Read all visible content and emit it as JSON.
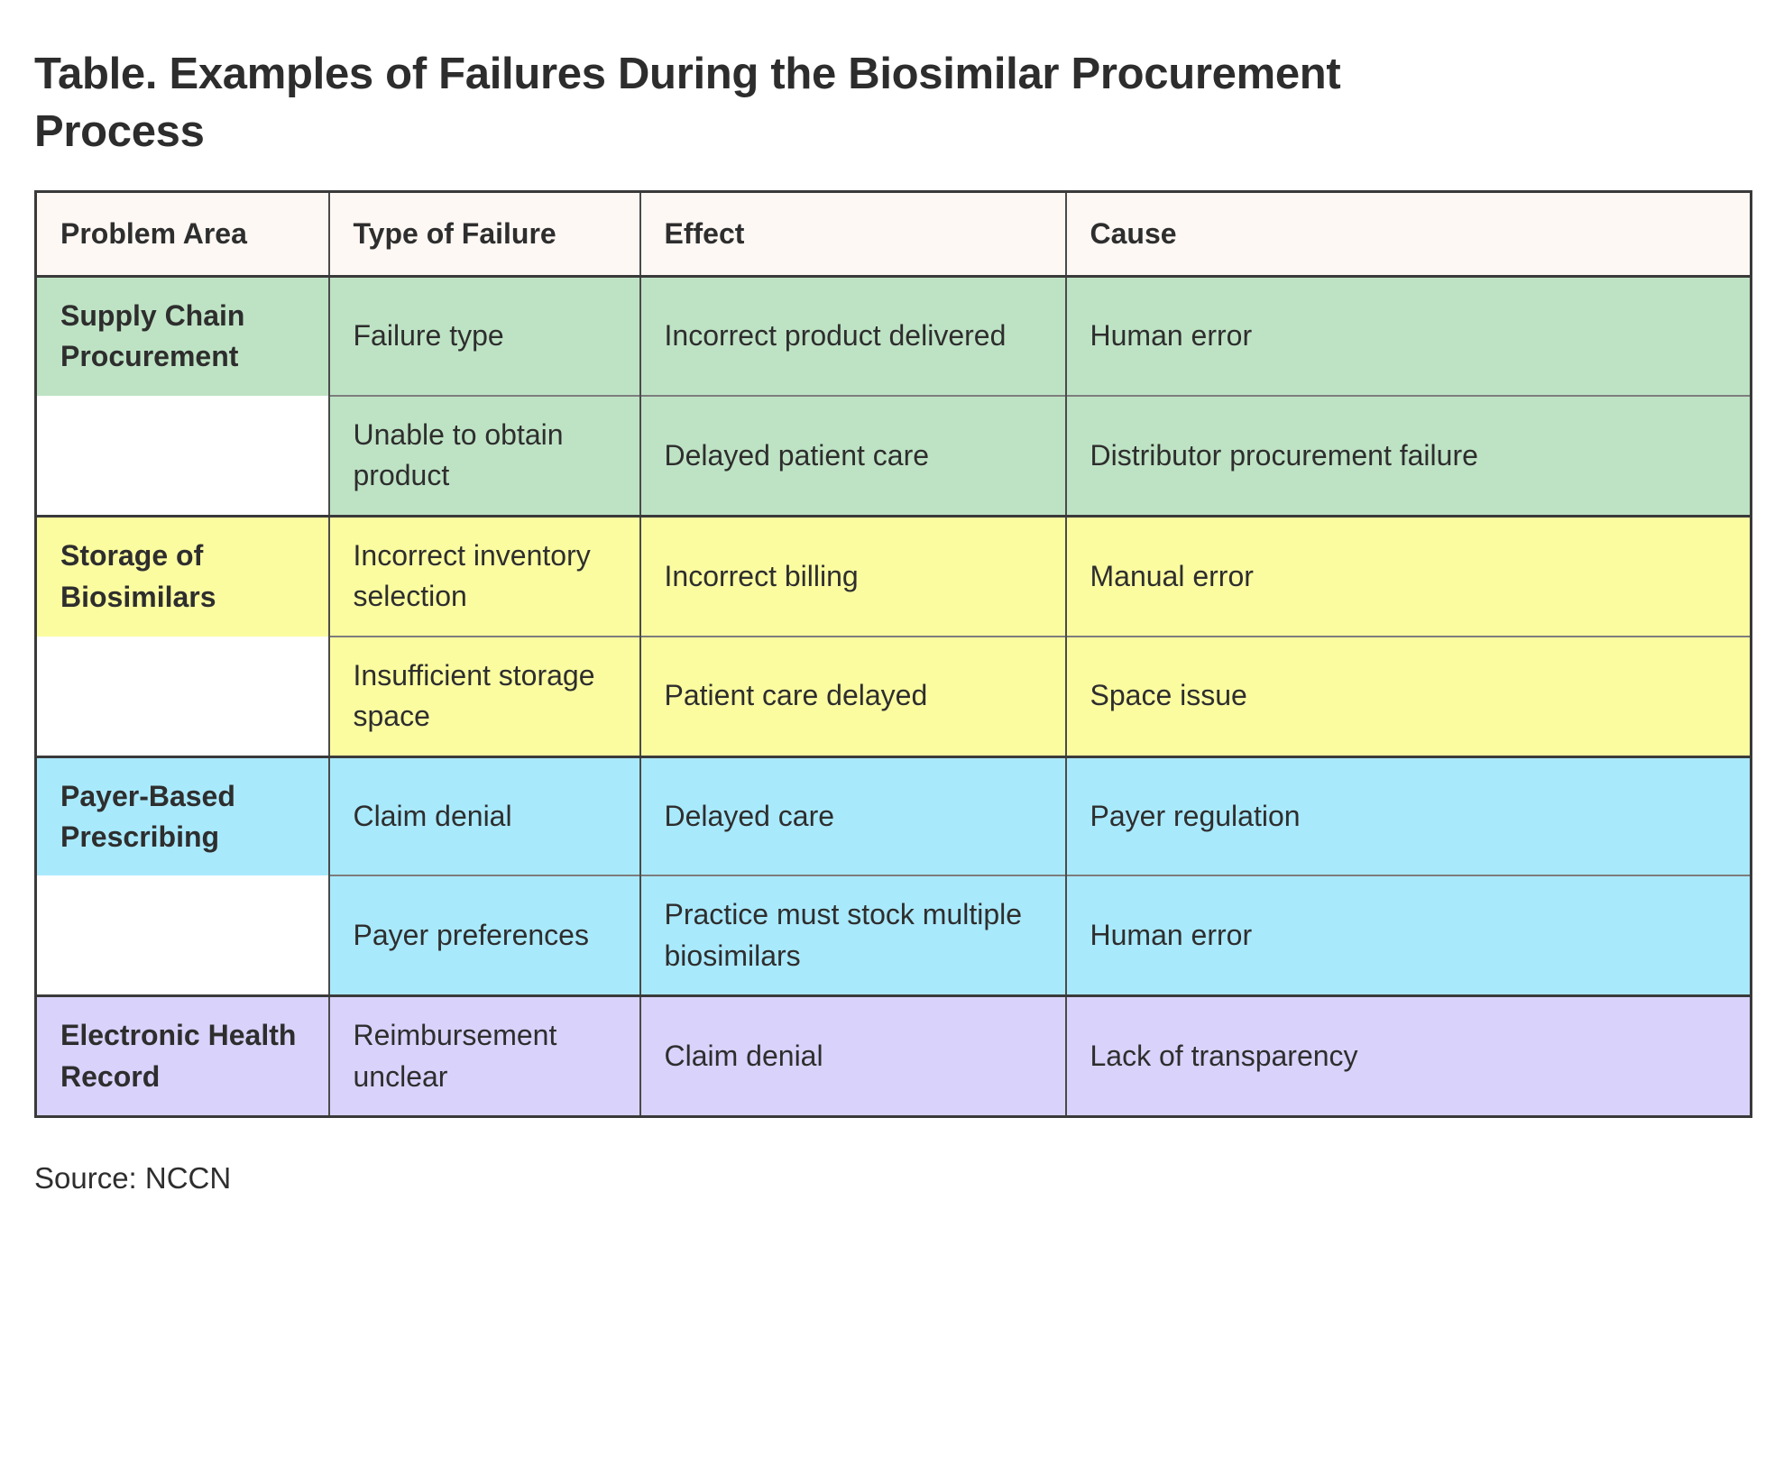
{
  "title": "Table. Examples of Failures During the Biosimilar Procurement Process",
  "source": "Source: NCCN",
  "colors": {
    "header_bg": "#fdf8f4",
    "border": "#3a3a3a",
    "group_green": "#bee3c4",
    "group_yellow": "#fbfca0",
    "group_blue": "#a9e9fc",
    "group_purple": "#d9d2fb",
    "text": "#2e2e2e",
    "blank": "#ffffff"
  },
  "table": {
    "columns": [
      {
        "key": "problem_area",
        "label": "Problem Area"
      },
      {
        "key": "type_of_failure",
        "label": "Type of Failure"
      },
      {
        "key": "effect",
        "label": "Effect"
      },
      {
        "key": "cause",
        "label": "Cause"
      }
    ],
    "rows": [
      {
        "group": "supply-chain-procurement",
        "group_color": "#bee3c4",
        "group_start": true,
        "problem_area": "Supply Chain Procurement",
        "type_of_failure": "Failure type",
        "effect": "Incorrect product delivered",
        "cause": "Human error"
      },
      {
        "group": "supply-chain-procurement",
        "group_color": "#bee3c4",
        "group_start": false,
        "problem_area": "",
        "type_of_failure": "Unable to obtain product",
        "effect": "Delayed patient care",
        "cause": "Distributor procurement failure"
      },
      {
        "group": "storage-of-biosimilars",
        "group_color": "#fbfca0",
        "group_start": true,
        "problem_area": "Storage of Biosimilars",
        "type_of_failure": "Incorrect inventory selection",
        "effect": "Incorrect billing",
        "cause": "Manual error"
      },
      {
        "group": "storage-of-biosimilars",
        "group_color": "#fbfca0",
        "group_start": false,
        "problem_area": "",
        "type_of_failure": "Insufficient storage space",
        "effect": "Patient care delayed",
        "cause": "Space issue"
      },
      {
        "group": "payer-based-prescribing",
        "group_color": "#a9e9fc",
        "group_start": true,
        "problem_area": "Payer-Based Prescribing",
        "type_of_failure": "Claim denial",
        "effect": "Delayed care",
        "cause": "Payer regulation"
      },
      {
        "group": "payer-based-prescribing",
        "group_color": "#a9e9fc",
        "group_start": false,
        "problem_area": "",
        "type_of_failure": "Payer preferences",
        "effect": "Practice must stock multiple biosimilars",
        "cause": "Human error"
      },
      {
        "group": "electronic-health-record",
        "group_color": "#d9d2fb",
        "group_start": true,
        "problem_area": "Electronic Health Record",
        "type_of_failure": "Reimbursement unclear",
        "effect": "Claim denial",
        "cause": "Lack of transparency"
      }
    ]
  }
}
